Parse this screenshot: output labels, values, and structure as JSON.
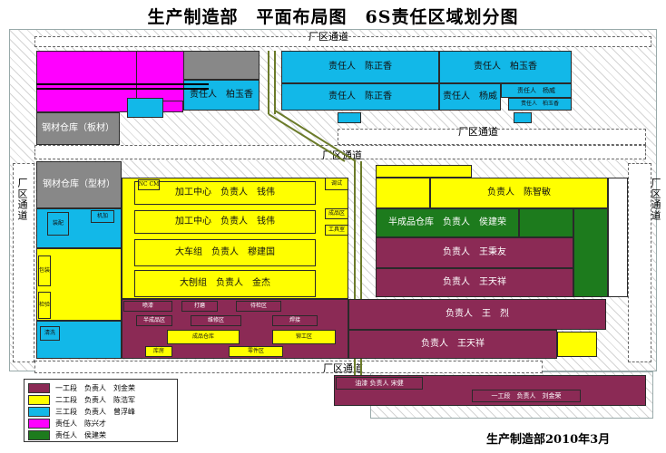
{
  "title": "生产制造部　平面布局图　6S责任区域划分图",
  "roads": {
    "top": "厂区通道",
    "mid_right": "厂区通道",
    "mid_center": "厂区通道",
    "left": "厂区通道",
    "right": "厂区通道",
    "bottom": "厂区通道"
  },
  "blocks": {
    "cy_top_1": "责任人　陈正香",
    "cy_top_2": "责任人　柏玉香",
    "cy_top_3": "责任人　陈正香",
    "cy_top_4": "责任人　杨威",
    "cy_top_5": "责任人　杨威",
    "cy_top_6": "责任人　柏玉香",
    "cy_left_1": "责任人　柏玉香",
    "gy_top": "钢材仓库（板材）",
    "gy_mid": "钢材仓库（型材）",
    "ye_1": "加工中心　负责人　钱伟",
    "ye_2": "加工中心　负责人　钱伟",
    "ye_3": "大车组　负责人　穆建国",
    "ye_4": "大刨组　负责人　金杰",
    "ye_r1": "负责人　陈智敏",
    "gr_1": "半成品仓库　负责人　侯建荣",
    "ma_r1": "负责人　王秉友",
    "ma_r2": "负责人　王天祥",
    "ma_r3": "负责人　王　烈",
    "ma_r4": "负责人　王天祥",
    "ma_bot_1": "油漆 负责人 宋健",
    "ma_bot_2": "一工段　负责人　刘金荣",
    "small_1": "NC CM",
    "small_2": "喷漆",
    "small_3": "打磨",
    "small_4": "装配",
    "small_5": "机加",
    "small_6": "包装",
    "small_7": "检验",
    "small_8": "清洗",
    "small_9": "调试",
    "small_10": "成品区",
    "small_11": "工具室",
    "small_12": "待检区",
    "small_13": "半成品区",
    "small_14": "成品仓库",
    "small_15": "维修区",
    "small_16": "零件区",
    "small_17": "库房",
    "small_18": "焊接",
    "small_19": "铆工区"
  },
  "legend": [
    {
      "label": "一工段　负责人　刘金荣",
      "color": "#8b2a55"
    },
    {
      "label": "二工段　负责人　陈浩军",
      "color": "#ffff00"
    },
    {
      "label": "三工段　负责人　曾浮峰",
      "color": "#12b8e8"
    },
    {
      "label": "责任人　陈兴才",
      "color": "#ff00ff"
    },
    {
      "label": "责任人　侯建荣",
      "color": "#1d7b1d"
    }
  ],
  "footer": "生产制造部2010年3月"
}
